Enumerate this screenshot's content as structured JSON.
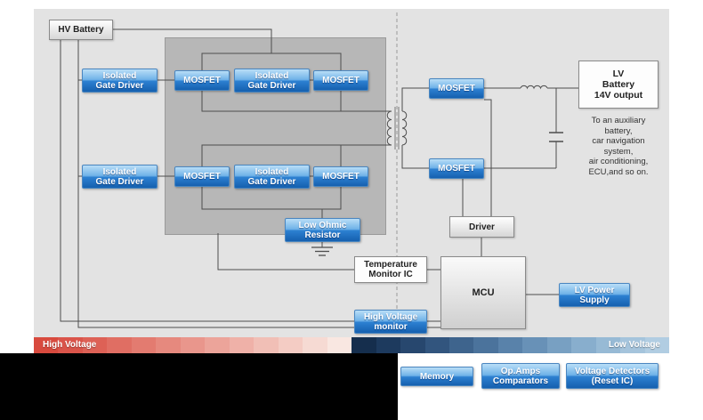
{
  "palette": {
    "product_blue": "#1e6fc0",
    "hv_red": "#d84a3e",
    "lv_blue": "#6891b7",
    "panel_gray": "#e3e3e3",
    "bridge_gray": "#b7b7b7"
  },
  "blocks": {
    "hv_battery": "HV Battery",
    "isolated_gate_driver": "Isolated\nGate Driver",
    "mosfet": "MOSFET",
    "low_ohmic_resistor": "Low Ohmic\nResistor",
    "temperature_monitor_ic": "Temperature\nMonitor IC",
    "high_voltage_monitor": "High Voltage\nmonitor",
    "driver": "Driver",
    "mcu": "MCU",
    "lv_power_supply": "LV Power\nSupply",
    "lv_battery": "LV\nBattery\n14V output",
    "aux_note": "To an auxiliary\nbattery,\ncar navigation\nsystem,\nair conditioning,\nECU,and so on."
  },
  "voltage_bar": {
    "high_label": "High Voltage",
    "low_label": "Low Voltage",
    "segments": [
      "#d84a3e",
      "#da544a",
      "#dd6156",
      "#e06e63",
      "#e37b70",
      "#e6897e",
      "#e9968c",
      "#eca49a",
      "#efb1a8",
      "#f1bfb6",
      "#f4ccc4",
      "#f6dad3",
      "#f9e7e1",
      "#152e4d",
      "#1d3a5e",
      "#27476e",
      "#32557e",
      "#3e648d",
      "#4b739c",
      "#5982aa",
      "#6891b7",
      "#78a0c2",
      "#88aecd",
      "#97bad5",
      "#a5c4dc",
      "#b1cde2"
    ]
  },
  "footer_buttons": {
    "memory": "Memory",
    "opamps": "Op.Amps\nComparators",
    "voltage_detectors": "Voltage Detectors\n(Reset IC)"
  }
}
